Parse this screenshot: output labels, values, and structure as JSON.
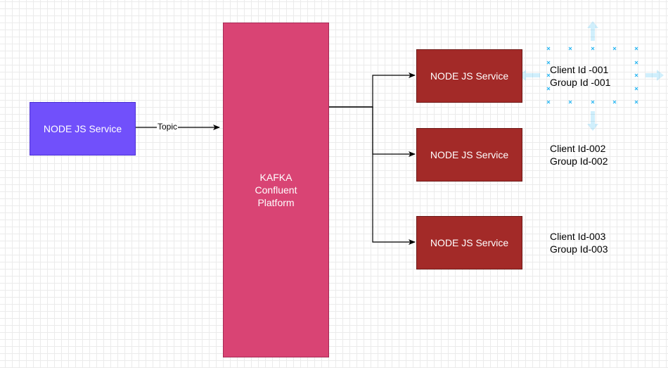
{
  "diagram": {
    "producer": {
      "label": "NODE JS Service"
    },
    "edge_label": "Topic",
    "kafka": {
      "label": "KAFKA\nConfluent\nPlatform"
    },
    "consumers": [
      {
        "label": "NODE JS Service",
        "info": "Client Id -001\nGroup Id -001"
      },
      {
        "label": "NODE JS Service",
        "info": "Client Id-002\nGroup Id-002"
      },
      {
        "label": "NODE JS Service",
        "info": "Client Id-003\nGroup Id-003"
      }
    ]
  },
  "colors": {
    "producer_fill": "#7150fb",
    "kafka_fill": "#d94474",
    "consumer_fill": "#a32a28",
    "selection_handles": "#29b6f2"
  }
}
